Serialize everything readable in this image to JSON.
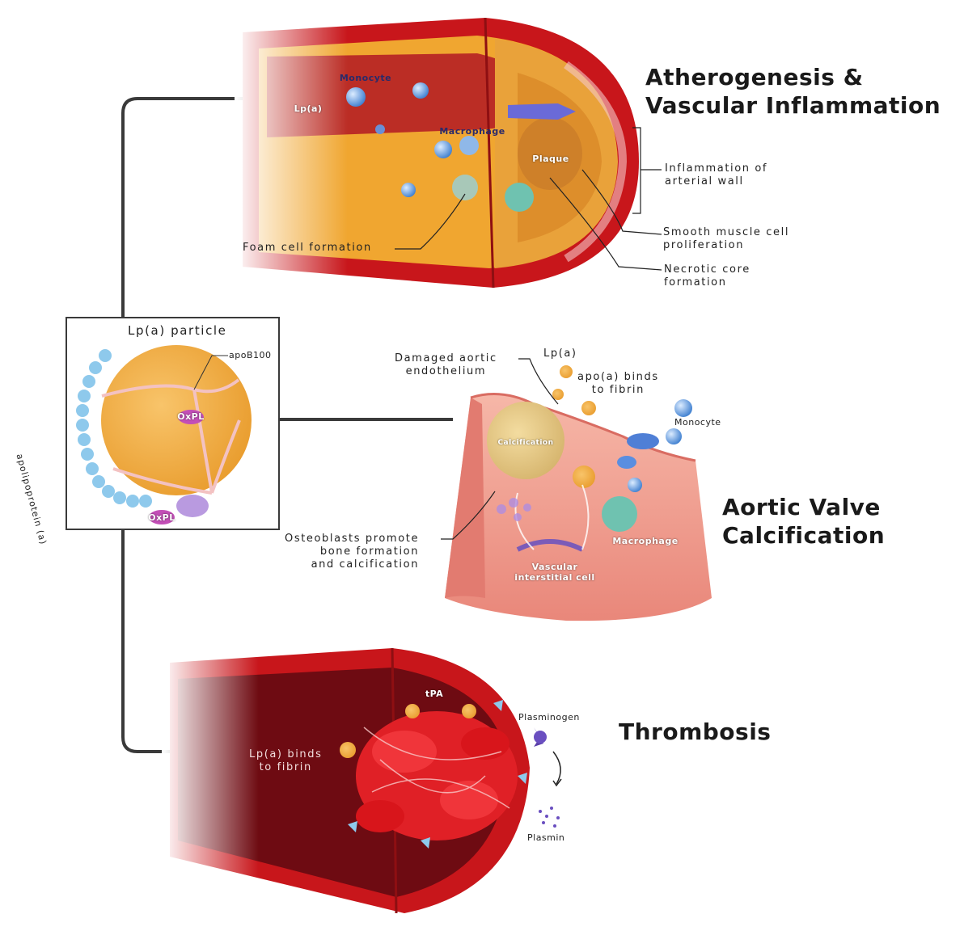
{
  "titles": {
    "atherogenesis": "Atherogenesis &\nVascular Inflammation",
    "aortic": "Aortic Valve\nCalcification",
    "thrombosis": "Thrombosis"
  },
  "particle": {
    "title": "Lp(a) particle",
    "apob100": "apoB100",
    "apolipoprotein": "apolipoprotein (a)",
    "oxpl_1": "OxPL",
    "oxpl_2": "OxPL"
  },
  "atherogenesis": {
    "monocyte": "Monocyte",
    "lpa": "Lp(a)",
    "macrophage": "Macrophage",
    "plaque": "Plaque",
    "inflammation": "Inflammation of\narterial wall",
    "smooth_muscle": "Smooth muscle cell\nproliferation",
    "necrotic": "Necrotic core\nformation",
    "foam_cell": "Foam cell formation"
  },
  "aortic": {
    "damaged": "Damaged aortic\nendothelium",
    "lpa": "Lp(a)",
    "apoa_binds": "apo(a) binds\nto fibrin",
    "monocyte": "Monocyte",
    "calcification": "Calcification",
    "osteoblasts": "Osteoblasts promote\nbone formation\nand calcification",
    "macrophage": "Macrophage",
    "vic": "Vascular\ninterstitial cell"
  },
  "thrombosis": {
    "lpa_binds": "Lp(a) binds\nto fibrin",
    "tpa": "tPA",
    "plasminogen": "Plasminogen",
    "plasmin": "Plasmin"
  },
  "colors": {
    "vessel_red": "#c8161b",
    "plaque_yellow": "#f0a630",
    "tissue_pink": "#f3a99a",
    "lpa_orange": "#f4b04a",
    "cell_blue": "#4f8fd6"
  }
}
